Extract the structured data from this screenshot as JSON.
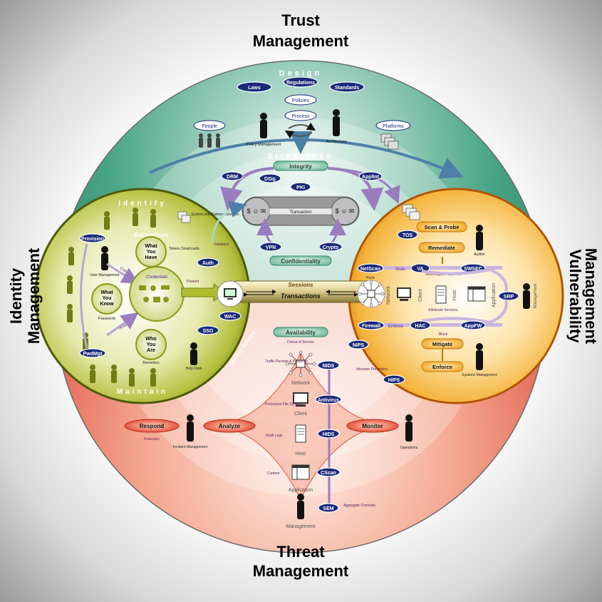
{
  "titles": {
    "trust_line1": "Trust",
    "trust_line2": "Management",
    "identity_line1": "Identity",
    "identity_line2": "Management",
    "vulnerability_line1": "Vulnerability",
    "vulnerability_line2": "Management",
    "threat_line1": "Threat",
    "threat_line2": "Management"
  },
  "colors": {
    "trust_green": "#2e8c6a",
    "identity_olive": "#8a9a18",
    "vulnerability_orange": "#f0a21e",
    "threat_red": "#e5553a",
    "pill_navy": "#1b2a78",
    "arrow_purple": "#9a7cc0"
  },
  "design": {
    "title": "Design",
    "laws": "Laws",
    "regulations": "Regulations",
    "standards": "Standards",
    "policies": "Policies",
    "process": "Process",
    "people": "People",
    "platforms": "Platforms",
    "policy_management": "Policy Management",
    "architecture": "Architecture"
  },
  "strengthen": {
    "title": "Strengthen",
    "integrity": "Integrity",
    "drm": "DRM",
    "dsig": "DSig",
    "pki": "PKI",
    "applnt": "ApplInt",
    "transaction": "Transaction",
    "vpn": "VPN",
    "crypto": "Crypto",
    "confidentiality": "Confidentiality",
    "sessions": "Sessions",
    "transactions": "Transactions",
    "availability": "Availability",
    "denial_of_service": "Denial of Service"
  },
  "identify": {
    "identify_title": "Identify",
    "maintain_title": "Maintain",
    "authenticate": "Authenticate",
    "control_access": "Control Access",
    "provision": "Provision",
    "pwdmgt": "PwdMgt",
    "create": "Create",
    "reset": "Reset",
    "user_management": "User Management",
    "what_you_have_1": "What",
    "what_you_have_2": "You",
    "what_you_have_3": "Have",
    "tokens": "Tokens Smartcards",
    "what_you_know_1": "What",
    "what_you_know_2": "You",
    "what_you_know_3": "Know",
    "passwords": "Passwords",
    "who_you_are_1": "Who",
    "who_you_are_2": "You",
    "who_you_are_3": "Are",
    "biometrics": "Biometrics",
    "credentials": "Credentials",
    "present": "Present",
    "system_identities": "System and Platform Identities",
    "validation": "Validation",
    "auth": "Auth",
    "wac": "WAC",
    "sso": "SSO",
    "help_desk": "Help Desk"
  },
  "vulnerability": {
    "scan_probe": "Scan & Probe",
    "tos": "TOS",
    "remediate": "Remediate",
    "auditor": "Auditor",
    "netscan": "NetScan",
    "scan": "Scan",
    "va": "VA",
    "swsec": "SWSEC",
    "reconfigure": "Reconfigure Patch Fix",
    "ports": "Ports",
    "network": "Network",
    "client": "Client",
    "host": "Host",
    "application": "Application",
    "eliminate_services": "Eliminate Services",
    "srp": "SRP",
    "management": "Management",
    "firewall": "Firewall",
    "enforce_small": "Enforce",
    "hac": "HAC",
    "appfw": "AppFW",
    "block": "Block",
    "mitigate": "Mitigate",
    "nips": "NIPS",
    "enforce": "Enforce",
    "systems_management": "Systems Management",
    "intrusion_prevention": "Intrusion Prevention",
    "hips": "HIPS"
  },
  "threat": {
    "traffic": "Traffic Packets & Protocols",
    "nids": "NIDS",
    "network": "Network",
    "antivirus": "Antivirus",
    "processes": "Processes File Systems",
    "client": "Client",
    "audit_logs": "Audit Logs",
    "hids": "HIDS",
    "host": "Host",
    "content": "Content",
    "cscan": "CScan",
    "application": "Application",
    "sem": "SEM",
    "aggregate": "Aggregate Correlate",
    "management": "Management",
    "respond": "Respond",
    "forensics": "Forensics",
    "analyze": "Analyze",
    "incident_management": "Incident Management",
    "monitor": "Monitor",
    "operations": "Operations"
  }
}
